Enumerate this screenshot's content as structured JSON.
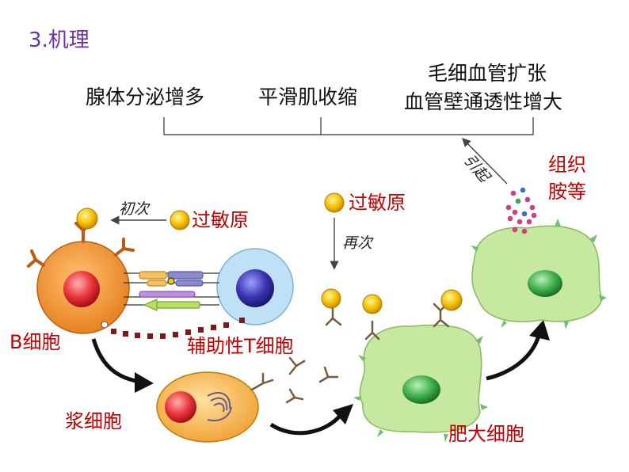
{
  "title": "3.机理",
  "effects": {
    "gland": "腺体分泌增多",
    "smooth_muscle": "平滑肌收缩",
    "capillary_line1": "毛细血管扩张",
    "capillary_line2": "血管壁通透性增大"
  },
  "labels": {
    "first_time": "初次",
    "allergen_1": "过敏原",
    "allergen_2": "过敏原",
    "second_time": "再次",
    "causes": "引起",
    "histamine_line1": "组织",
    "histamine_line2": "胺等",
    "b_cell": "B细胞",
    "helper_t_cell": "辅助性T细胞",
    "plasma_cell": "浆细胞",
    "mast_cell": "肥大细胞"
  },
  "colors": {
    "title": "#7030a0",
    "label_red": "#c00000",
    "b_cell": "#f0922e",
    "t_cell": "#bfe0f5",
    "plasma_cell": "#f6b24a",
    "mast_cell": "#c6e8a0",
    "allergen": "#f5c000"
  }
}
